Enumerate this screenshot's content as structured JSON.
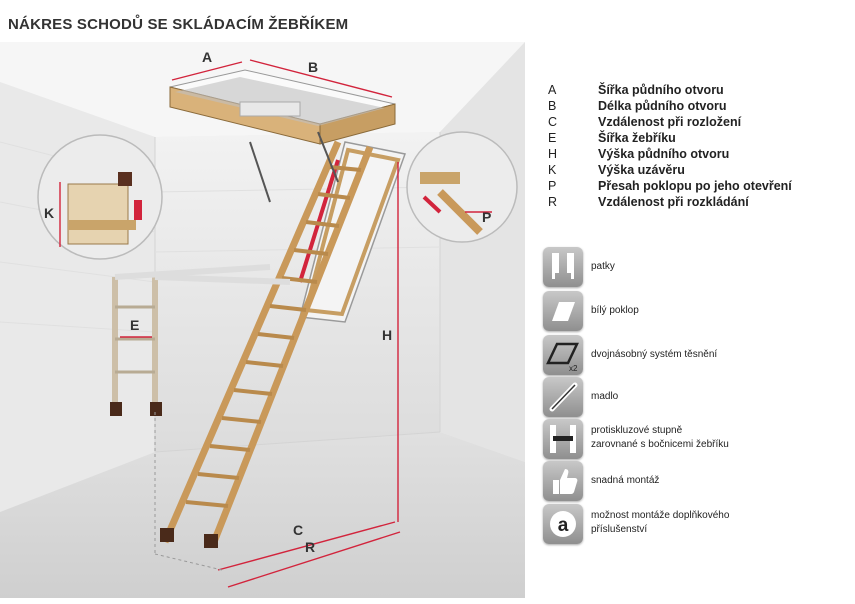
{
  "title": "NÁKRES SCHODŮ SE SKLÁDACÍM ŽEBŘÍKEM",
  "dimension_letters": {
    "A": "A",
    "B": "B",
    "K": "K",
    "E": "E",
    "P": "P",
    "H": "H",
    "C": "C",
    "R": "R"
  },
  "legend": [
    {
      "key": "A",
      "desc": "Šířka půdního otvoru"
    },
    {
      "key": "B",
      "desc": "Délka půdního otvoru"
    },
    {
      "key": "C",
      "desc": "Vzdálenost při rozložení"
    },
    {
      "key": "E",
      "desc": "Šířka žebříku"
    },
    {
      "key": "H",
      "desc": "Výška půdního otvoru"
    },
    {
      "key": "K",
      "desc": "Výška uzávěru"
    },
    {
      "key": "P",
      "desc": "Přesah poklopu po jeho otevření"
    },
    {
      "key": "R",
      "desc": "Vzdálenost při rozkládání"
    }
  ],
  "features": [
    {
      "icon": "feet-icon",
      "line1": "patky",
      "line2": ""
    },
    {
      "icon": "white-hatch-icon",
      "line1": "bílý poklop",
      "line2": ""
    },
    {
      "icon": "double-seal-icon",
      "line1": "dvojnásobný systém těsnění",
      "line2": "",
      "badge": "x2"
    },
    {
      "icon": "handrail-icon",
      "line1": "madlo",
      "line2": ""
    },
    {
      "icon": "anti-slip-step-icon",
      "line1": "protiskluzové stupně",
      "line2": "zarovnané s bočnicemi žebříku"
    },
    {
      "icon": "thumbs-up-icon",
      "line1": "snadná montáž",
      "line2": ""
    },
    {
      "icon": "accessory-a-icon",
      "line1": "možnost montáže doplňkového",
      "line2": "příslušenství",
      "badge": "a"
    }
  ],
  "colors": {
    "dimension": "#d2243c",
    "wood": "#d9b27a",
    "wall": "#e6e6e6"
  }
}
